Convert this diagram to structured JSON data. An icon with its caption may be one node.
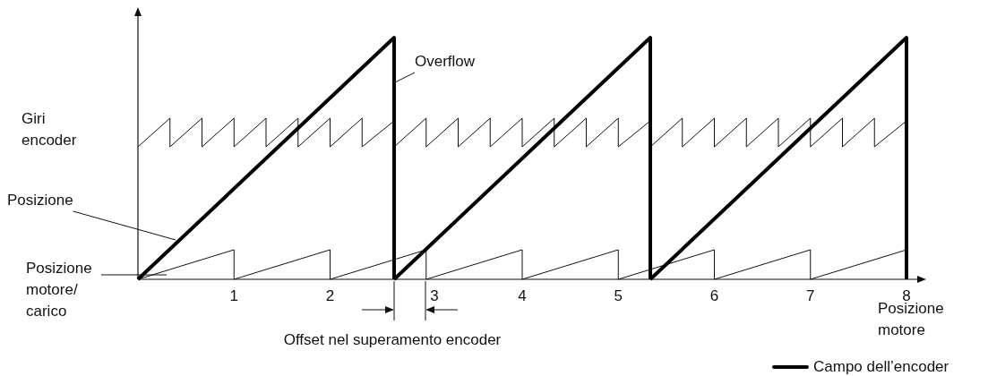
{
  "diagram": {
    "nodes": [
      {
        "text": [
          "Overflow"
        ]
      },
      {
        "text": [
          "Posizione"
        ]
      },
      {
        "text": [
          "Posizione motore/ carico"
        ]
      }
    ],
    "edges": [
      {
        "from": 0,
        "to": null,
        "arrow": "none"
      },
      {
        "from": 1,
        "to": null,
        "arrow": "none"
      },
      {
        "from": 2,
        "to": null,
        "arrow": "none"
      }
    ],
    "labels": [
      "Giri encoder",
      "1",
      "2",
      "3",
      "4",
      "5",
      "6",
      "7",
      "8",
      "Offset nel superamento encoder",
      "Posizione motore"
    ],
    "legend": [
      {
        "text": "Campo dell’encoder"
      }
    ]
  }
}
